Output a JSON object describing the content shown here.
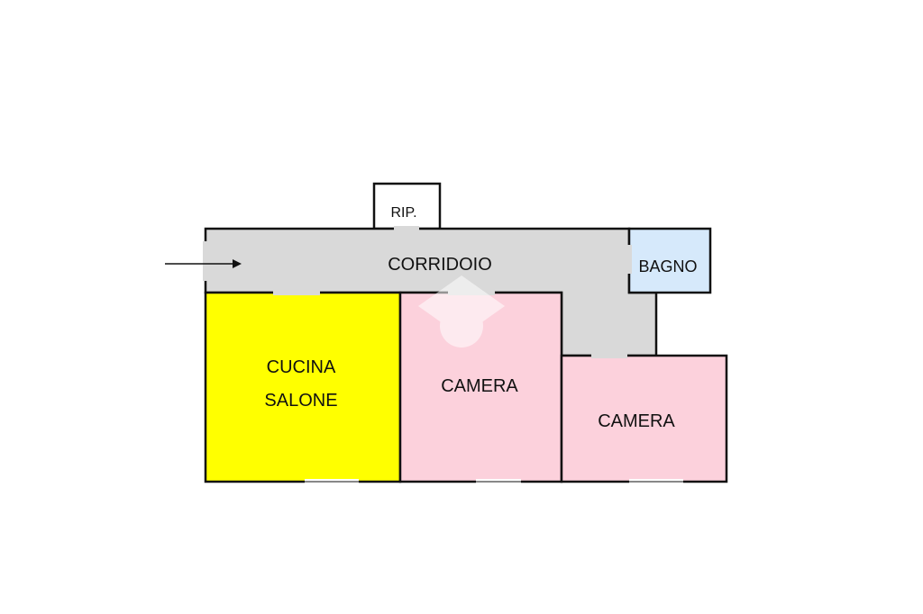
{
  "rooms": {
    "rip": {
      "label": "RIP.",
      "fill": "#ffffff"
    },
    "corridoio": {
      "label": "CORRIDOIO",
      "fill": "#d9d9d9"
    },
    "bagno": {
      "label": "BAGNO",
      "fill": "#d6e9fb"
    },
    "cucina_salone": {
      "label_line1": "CUCINA",
      "label_line2": "SALONE",
      "fill": "#ffff00"
    },
    "camera_1": {
      "label": "CAMERA",
      "fill": "#fcd1dc"
    },
    "camera_2": {
      "label": "CAMERA",
      "fill": "#fcd1dc"
    }
  },
  "colors": {
    "wall": "#111111",
    "watermark": "#ffffff"
  }
}
